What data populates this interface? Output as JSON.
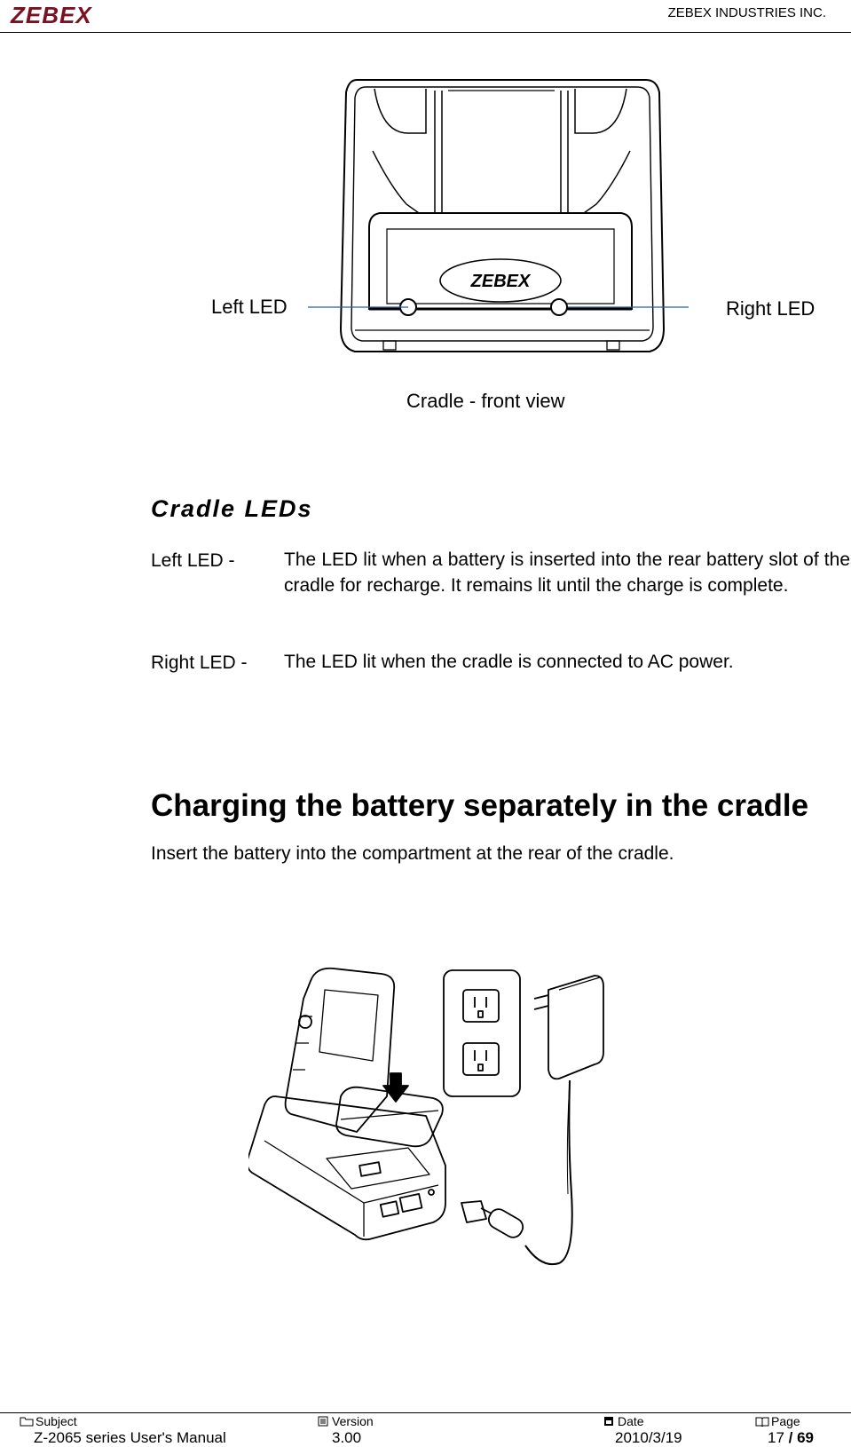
{
  "header": {
    "logo_text": "ZEBEX",
    "company": "ZEBEX INDUSTRIES INC."
  },
  "figure1": {
    "left_label": "Left LED",
    "right_label": "Right LED",
    "logo_text": "ZEBEX",
    "caption": "Cradle - front view"
  },
  "cradle_leds": {
    "heading": "Cradle LEDs",
    "items": [
      {
        "label": "Left LED -",
        "text": "The LED lit when a battery is inserted into the rear battery slot of the cradle for recharge. It remains lit until the charge is complete."
      },
      {
        "label": "Right LED -",
        "text": "The LED lit when the cradle is connected to AC power."
      }
    ]
  },
  "charging": {
    "heading": "Charging the battery separately in the cradle",
    "paragraph": "Insert the battery into the compartment at the rear of the cradle."
  },
  "footer": {
    "subject_label": "Subject",
    "subject_value": "Z-2065 series User's Manual",
    "version_label": "Version",
    "version_value": "3.00",
    "date_label": "Date",
    "date_value": "2010/3/19",
    "page_label": "Page",
    "page_current": "17",
    "page_sep": " / ",
    "page_total": "69"
  }
}
